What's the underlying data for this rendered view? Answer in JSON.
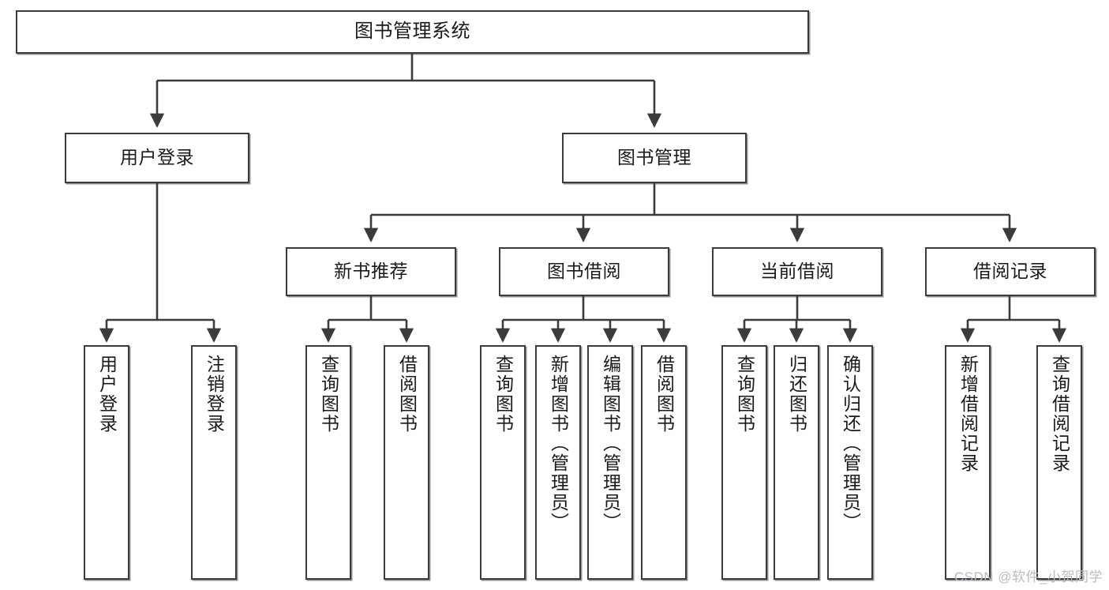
{
  "diagram": {
    "title": "图书管理系统",
    "type": "tree",
    "watermark": "CSDN @软件_小贺同学",
    "colors": {
      "box_border": "#3b3b3b",
      "box_fill": "#ffffff",
      "connector": "#3b3b3b",
      "text": "#1a1a1a",
      "watermark": "#b9bcc2",
      "background": "#ffffff"
    }
  },
  "nodes": {
    "root": {
      "label": "图书管理系统"
    },
    "level2": [
      {
        "id": "user-login",
        "label": "用户登录"
      },
      {
        "id": "book-management",
        "label": "图书管理"
      }
    ],
    "level3": [
      {
        "id": "new-book-recommend",
        "label": "新书推荐"
      },
      {
        "id": "book-borrow",
        "label": "图书借阅"
      },
      {
        "id": "current-borrow",
        "label": "当前借阅"
      },
      {
        "id": "borrow-record",
        "label": "借阅记录"
      }
    ],
    "leaves": {
      "user_login": [
        {
          "id": "leaf-user-login",
          "label": "用户登录"
        },
        {
          "id": "leaf-logout",
          "label": "注销登录"
        }
      ],
      "new_book_recommend": [
        {
          "id": "leaf-query-book-1",
          "label": "查询图书"
        },
        {
          "id": "leaf-borrow-book-1",
          "label": "借阅图书"
        }
      ],
      "book_borrow": [
        {
          "id": "leaf-query-book-2",
          "label": "查询图书"
        },
        {
          "id": "leaf-add-book",
          "label": "新增图书（管理员）"
        },
        {
          "id": "leaf-edit-book",
          "label": "编辑图书（管理员）"
        },
        {
          "id": "leaf-borrow-book-2",
          "label": "借阅图书"
        }
      ],
      "current_borrow": [
        {
          "id": "leaf-query-book-3",
          "label": "查询图书"
        },
        {
          "id": "leaf-return-book",
          "label": "归还图书"
        },
        {
          "id": "leaf-confirm-return",
          "label": "确认归还（管理员）"
        }
      ],
      "borrow_record": [
        {
          "id": "leaf-add-record",
          "label": "新增借阅记录"
        },
        {
          "id": "leaf-query-record",
          "label": "查询借阅记录"
        }
      ]
    }
  }
}
